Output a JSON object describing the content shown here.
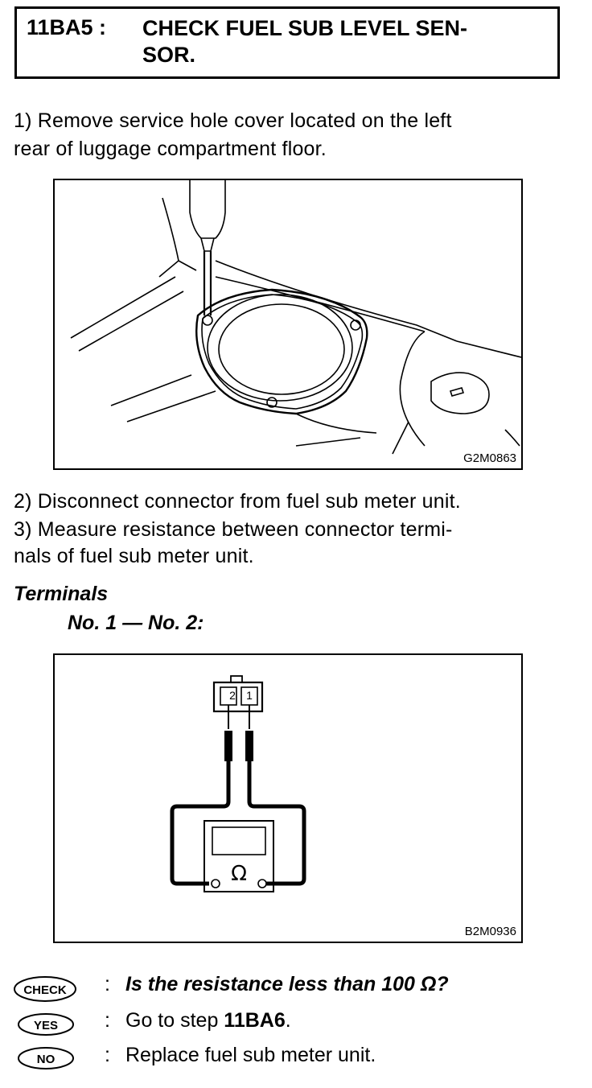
{
  "header": {
    "step_code": "11BA5 :",
    "title_line1": "CHECK FUEL SUB LEVEL SEN-",
    "title_line2": "SOR."
  },
  "steps": {
    "step1_line1": "1)  Remove service hole cover located on the left",
    "step1_line2": "rear of luggage compartment floor.",
    "step2": "2)  Disconnect connector from fuel sub meter unit.",
    "step3_line1": "3)  Measure resistance between connector termi-",
    "step3_line2": "nals of fuel sub meter unit."
  },
  "figure1": {
    "code": "G2M0863"
  },
  "terminals": {
    "heading": "Terminals",
    "pair": "No. 1 — No. 2:"
  },
  "figure2": {
    "code": "B2M0936",
    "pin_left": "2",
    "pin_right": "1",
    "meter_symbol": "Ω"
  },
  "decision": {
    "check_label": "CHECK",
    "check_text": "Is the resistance less than 100 Ω?",
    "yes_label": "YES",
    "yes_text_prefix": "Go to step ",
    "yes_step": "11BA6",
    "yes_text_suffix": ".",
    "no_label": "NO",
    "no_text": "Replace fuel sub meter unit.",
    "colon": ":"
  }
}
